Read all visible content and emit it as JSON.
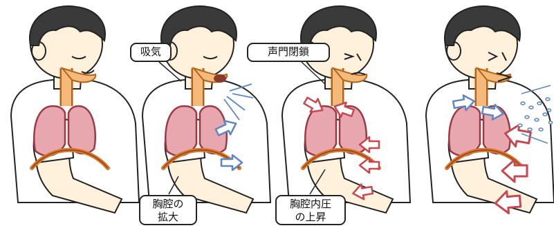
{
  "labels": {
    "inhale": "吸気",
    "glottis_closure": "声門閉鎖",
    "chest_expansion_line1": "胸腔の",
    "chest_expansion_line2": "拡大",
    "pressure_rise_line1": "胸腔内圧",
    "pressure_rise_line2": "の上昇"
  },
  "colors": {
    "skin": "#FFF1DC",
    "hair": "#3A3A3A",
    "shirt": "#FFFFFF",
    "lung": "#E8A6AE",
    "lung_edge": "#9A3A45",
    "airway": "#F5B97A",
    "airway_edge": "#B0651E",
    "diaphragm": "#D9782E",
    "blue_arrow": "#5B86C6",
    "red_arrow": "#C8464E",
    "outline": "#222222"
  },
  "panels": [
    {
      "stage": "rest",
      "icons": [
        "person-icon",
        "lungs-icon",
        "airway-icon",
        "diaphragm-icon"
      ]
    },
    {
      "stage": "inhale",
      "icons": [
        "inflow-arrows-icon",
        "expansion-arrow-icon"
      ]
    },
    {
      "stage": "glottis-closure",
      "icons": [
        "compression-arrow-icon",
        "strain-face-icon"
      ]
    },
    {
      "stage": "cough",
      "icons": [
        "droplets-icon",
        "pressure-arrow-icon"
      ]
    }
  ]
}
